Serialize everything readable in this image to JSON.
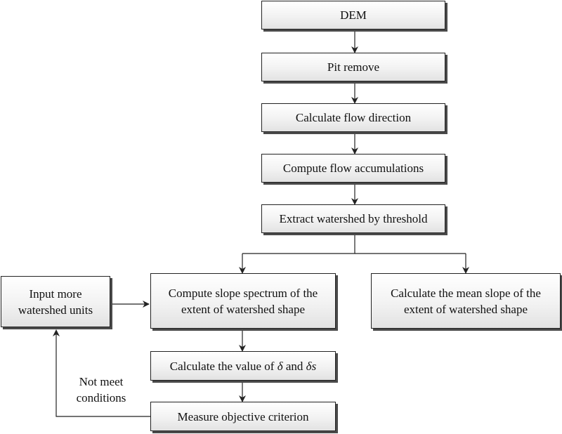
{
  "nodes": {
    "dem": "DEM",
    "pit_remove": "Pit remove",
    "flow_direction": "Calculate flow direction",
    "flow_accumulations": "Compute flow accumulations",
    "extract_watershed": "Extract watershed by threshold",
    "slope_spectrum": [
      "Compute slope spectrum of the",
      "extent of watershed shape"
    ],
    "mean_slope": [
      "Calculate the mean slope of the",
      "extent of watershed shape"
    ],
    "input_more": [
      "Input more",
      "watershed units"
    ],
    "calc_delta": {
      "prefix": "Calculate the value of ",
      "delta": "δ",
      "and": " and ",
      "delta_s": "δs"
    },
    "measure": "Measure objective criterion"
  },
  "edge_label": [
    "Not meet",
    "conditions"
  ],
  "colors": {
    "line": "#222222",
    "shadow": "#4a4a4a"
  }
}
